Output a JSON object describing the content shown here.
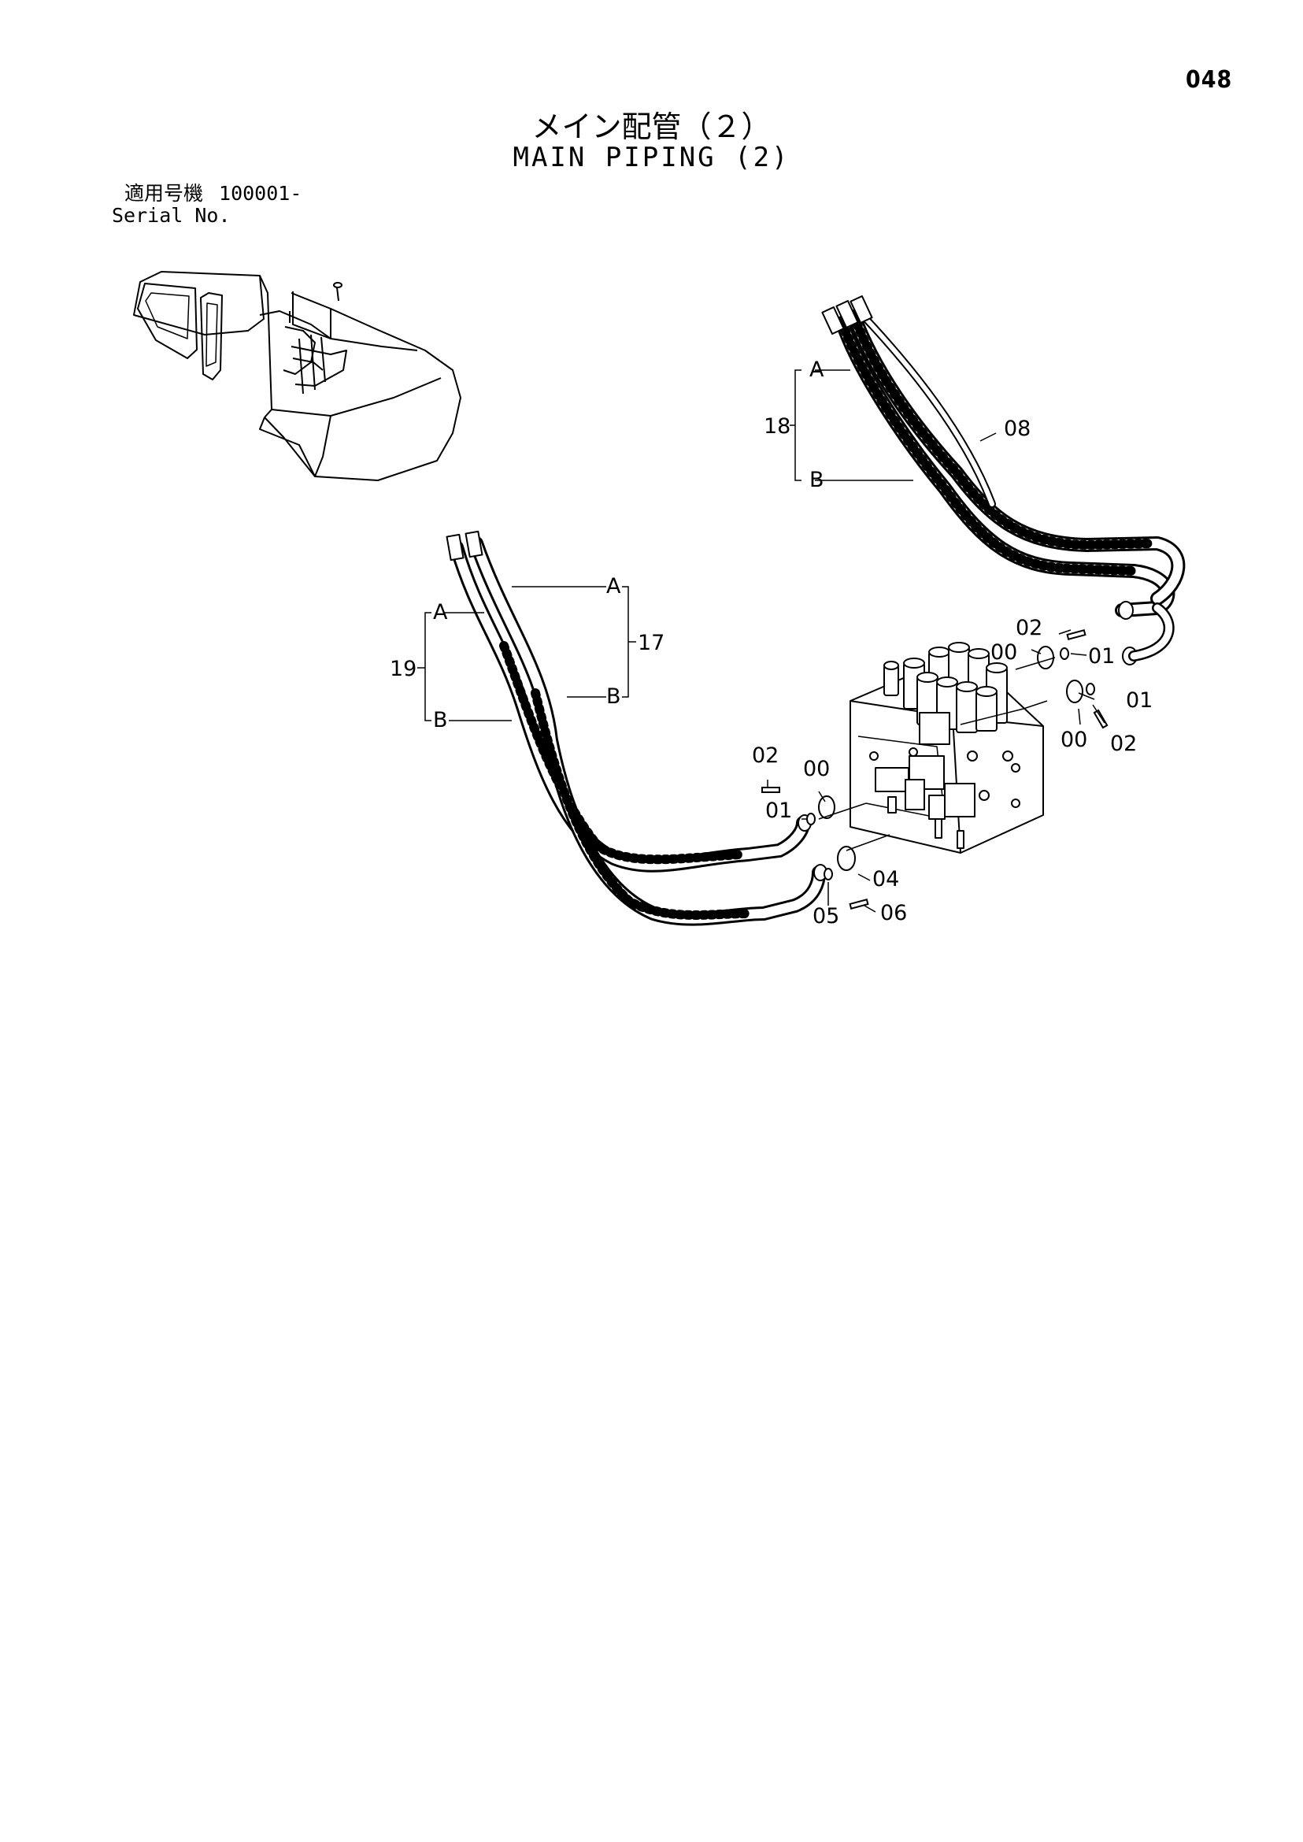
{
  "page_number": "048",
  "title_jp": "メイン配管（２）",
  "title_en": "MAIN PIPING (2)",
  "serial": {
    "label_jp": "適用号機",
    "value": "100001-",
    "label_en": "Serial No."
  },
  "callouts": {
    "hose_08": "08",
    "group_18": "18",
    "group_17": "17",
    "group_19": "19",
    "end_a": "A",
    "end_b": "B",
    "part_00": "00",
    "part_01": "01",
    "part_02": "02",
    "part_04": "04",
    "part_05": "05",
    "part_06": "06"
  }
}
